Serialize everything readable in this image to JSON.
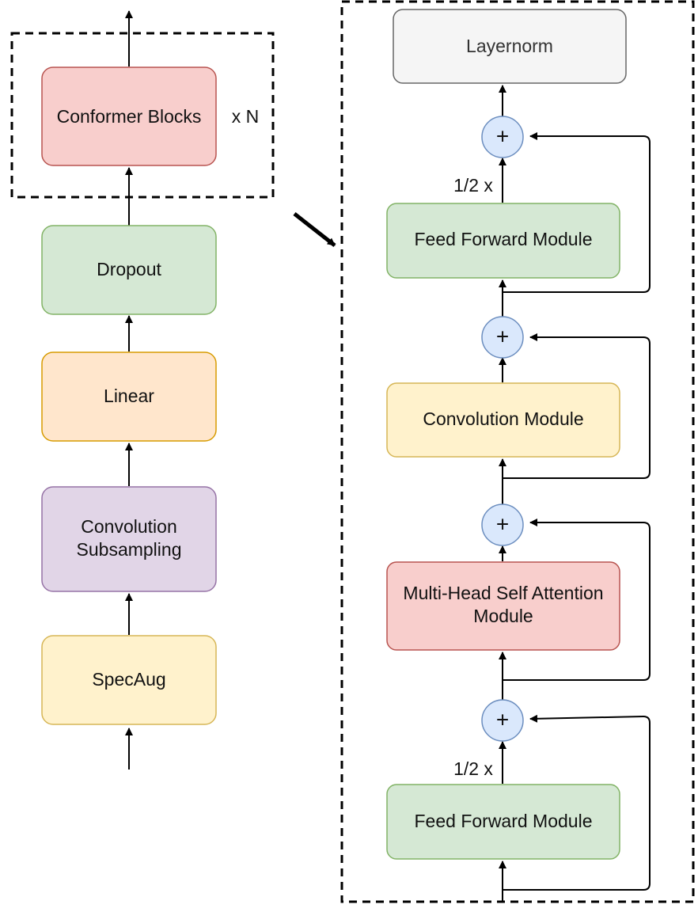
{
  "left_stack": {
    "conformer_blocks": "Conformer Blocks",
    "repeat_label": "x N",
    "dropout": "Dropout",
    "linear": "Linear",
    "convolution_subsampling": [
      "Convolution",
      "Subsampling"
    ],
    "specaug": "SpecAug"
  },
  "conformer_block": {
    "layernorm": "Layernorm",
    "feed_forward_top": "Feed Forward Module",
    "convolution_module": "Convolution Module",
    "mhsa": [
      "Multi-Head Self Attention",
      "Module"
    ],
    "feed_forward_bottom": "Feed Forward Module",
    "half_scale_top": "1/2 x",
    "half_scale_bottom": "1/2 x",
    "add_symbol": "+"
  },
  "colors": {
    "red_fill": "#f8cecc",
    "red_stroke": "#b85450",
    "green_fill": "#d5e8d4",
    "green_stroke": "#82b366",
    "orange_fill": "#ffe6cc",
    "orange_stroke": "#d79b00",
    "purple_fill": "#e1d5e7",
    "purple_stroke": "#9673a6",
    "yellow_fill": "#fff2cc",
    "yellow_stroke": "#d6b656",
    "gray_fill": "#f5f5f5",
    "gray_stroke": "#666666",
    "blue_fill": "#dae8fc",
    "blue_stroke": "#6c8ebf"
  }
}
